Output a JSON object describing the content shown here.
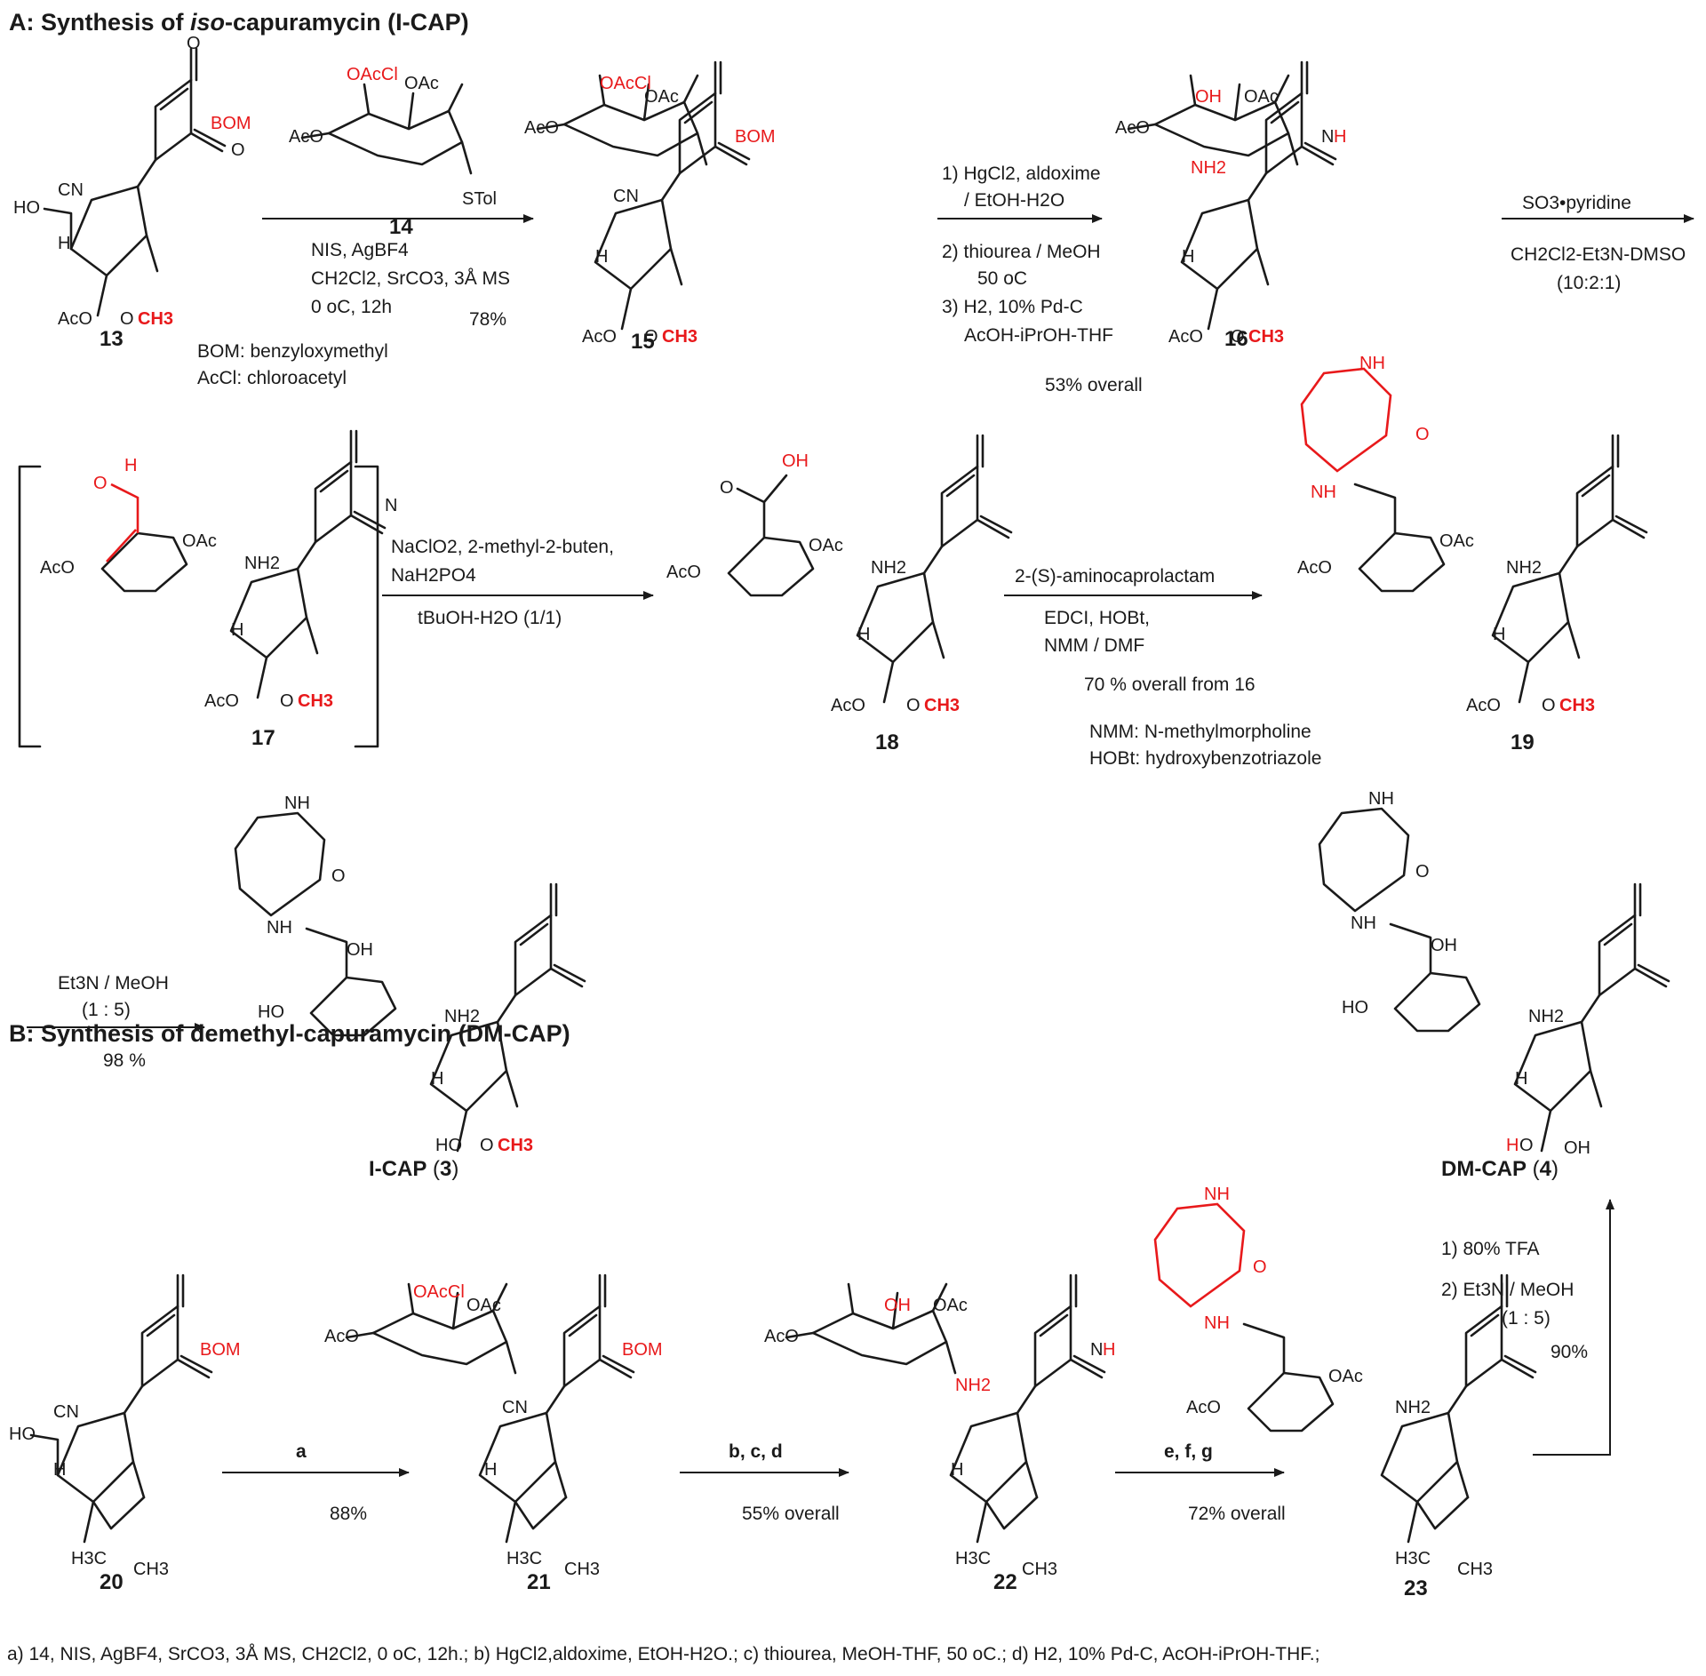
{
  "headers": {
    "a_prefix": "A: Synthesis of ",
    "a_italic": "iso",
    "a_suffix": "-capuramycin (I-CAP)",
    "b": "B: Synthesis of demethyl-capuramycin (DM-CAP)"
  },
  "compounds": {
    "c13": "13",
    "c14": "14",
    "c15": "15",
    "c16": "16",
    "c17": "17",
    "c18": "18",
    "c19": "19",
    "c20": "20",
    "c21": "21",
    "c22": "22",
    "c23": "23",
    "icap_name": "I-CAP",
    "icap_num": "3",
    "dmcap_name": "DM-CAP",
    "dmcap_num": "4"
  },
  "steps": {
    "s1": {
      "l1": "NIS, AgBF4",
      "l2": "CH2Cl2, SrCO3, 3Å MS",
      "l3": "0 oC, 12h",
      "yield": "78%",
      "abbr1": "BOM: benzyloxymethyl",
      "abbr2": "AcCl: chloroacetyl"
    },
    "s2": {
      "l1": "1) HgCl2, aldoxime",
      "l2": "/ EtOH-H2O",
      "l3": "2) thiourea / MeOH",
      "l4": "50 oC",
      "l5": "3) H2, 10% Pd-C",
      "l6": "AcOH-iPrOH-THF",
      "yield": "53% overall"
    },
    "s3": {
      "l1": "SO3•pyridine",
      "l2": "CH2Cl2-Et3N-DMSO",
      "l3": "(10:2:1)"
    },
    "s4": {
      "l1": "NaClO2, 2-methyl-2-buten,",
      "l2": "NaH2PO4",
      "l3": "tBuOH-H2O (1/1)"
    },
    "s5": {
      "l1": "2-(S)-aminocaprolactam",
      "l2": "EDCI, HOBt,",
      "l3": "NMM  /  DMF",
      "yield": "70 % overall from 16",
      "abbr1": "NMM: N-methylmorpholine",
      "abbr2": "HOBt: hydroxybenzotriazole"
    },
    "s6": {
      "l1": "Et3N / MeOH",
      "l2": "(1 : 5)",
      "yield": "98 %"
    },
    "b1": {
      "label": "a",
      "yield": "88%"
    },
    "b2": {
      "label": "b, c, d",
      "yield": "55% overall"
    },
    "b3": {
      "label": "e, f, g",
      "yield": "72% overall"
    },
    "b4": {
      "l1": "1) 80% TFA",
      "l2": "2) Et3N / MeOH",
      "l3": "(1 : 5)",
      "yield": "90%"
    }
  },
  "footnote": "a) 14, NIS, AgBF4, SrCO3, 3Å MS, CH2Cl2, 0 oC, 12h.; b) HgCl2,aldoxime, EtOH-H2O.; c) thiourea, MeOH-THF, 50 oC.; d) H2, 10% Pd-C, AcOH-iPrOH-THF.;",
  "atoms": {
    "OAcCl": "OAcCl",
    "OAc": "OAc",
    "AcO": "AcO",
    "STol": "STol",
    "OH": "OH",
    "HO": "HO",
    "CN": "CN",
    "H": "H",
    "O": "O",
    "N": "N",
    "NH": "NH",
    "NH2": "NH2",
    "BOM": "BOM",
    "OCH3": "OCH3",
    "H3C": "H3C",
    "CH3": "CH3"
  },
  "colors": {
    "text": "#1a1a1a",
    "highlight": "#e8191b",
    "background": "#ffffff"
  }
}
